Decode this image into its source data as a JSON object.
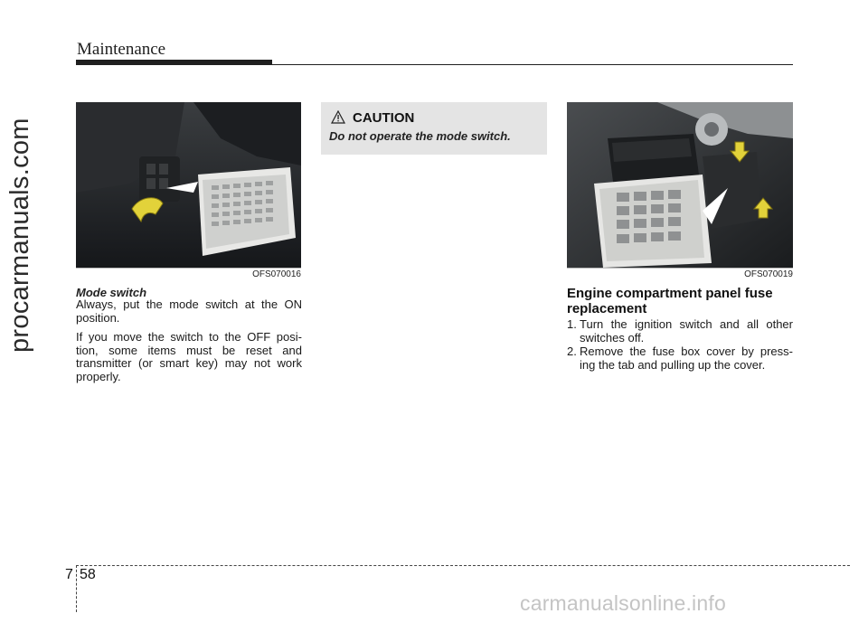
{
  "header": {
    "title": "Maintenance"
  },
  "watermarks": {
    "side": "procarmanuals.com",
    "bottom": "carmanualsonline.info"
  },
  "left_column": {
    "image_code": "OFS070016",
    "subheading": "Mode switch",
    "paragraphs": [
      "Always, put the mode switch at the ON position.",
      "If you move the switch to the OFF position, some items must be reset and transmitter (or smart key) may not work properly."
    ],
    "paragraph_lines": [
      [
        "Always,  put  the  mode  switch  at  the  ON",
        "position."
      ],
      [
        "If  you  move  the  switch  to  the  OFF  posi-",
        "tion,  some  items  must  be  reset  and",
        "transmitter (or smart key) may not work",
        "properly."
      ]
    ]
  },
  "caution": {
    "icon": "warning-triangle-icon",
    "title": "CAUTION",
    "text": "Do not operate the mode switch."
  },
  "right_column": {
    "image_code": "OFS070019",
    "heading_lines": [
      "Engine compartment panel fuse",
      "replacement"
    ],
    "steps": [
      {
        "num": "1.",
        "lines": [
          "Turn  the  ignition  switch  and  all  other",
          "switches off."
        ]
      },
      {
        "num": "2.",
        "lines": [
          "Remove  the  fuse  box  cover  by  press-",
          "ing the tab and pulling up the cover."
        ]
      }
    ]
  },
  "footer": {
    "chapter": "7",
    "page": "58"
  }
}
